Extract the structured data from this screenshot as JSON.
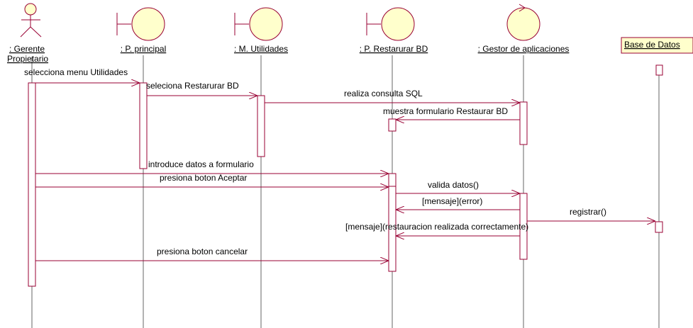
{
  "diagram": {
    "colors": {
      "line": "#990033",
      "shape_fill": "#ffffcc",
      "shape_stroke": "#990033",
      "lifeline": "#666666",
      "activation_fill": "#ffffff",
      "text": "#000000"
    },
    "participants": [
      {
        "id": "gerente",
        "kind": "actor",
        "label_lines": [
          ": Gerente",
          "Propietario"
        ]
      },
      {
        "id": "principal",
        "kind": "boundary",
        "label_lines": [
          ": P. principal"
        ]
      },
      {
        "id": "utilidades",
        "kind": "boundary",
        "label_lines": [
          ": M. Utilidades"
        ]
      },
      {
        "id": "restaurar",
        "kind": "boundary",
        "label_lines": [
          ": P. Restarurar BD"
        ]
      },
      {
        "id": "gestor",
        "kind": "control",
        "label_lines": [
          ": Gestor de aplicaciones"
        ]
      },
      {
        "id": "bd",
        "kind": "entity-box",
        "label_lines": [
          "Base de Datos"
        ]
      }
    ],
    "messages": [
      {
        "from": "gerente",
        "to": "principal",
        "label": "selecciona menu Utilidades",
        "type": "call"
      },
      {
        "from": "principal",
        "to": "utilidades",
        "label": "seleciona Restarurar BD",
        "type": "call"
      },
      {
        "from": "utilidades",
        "to": "gestor",
        "label": "realiza consulta SQL",
        "type": "call"
      },
      {
        "from": "gestor",
        "to": "restaurar",
        "label": "muestra formulario Restaurar BD",
        "type": "call"
      },
      {
        "from": "gerente",
        "to": "restaurar",
        "label": "introduce datos a formulario",
        "type": "call"
      },
      {
        "from": "gerente",
        "to": "restaurar",
        "label": "presiona boton Aceptar",
        "type": "call"
      },
      {
        "from": "restaurar",
        "to": "gestor",
        "label": "valida datos()",
        "type": "call"
      },
      {
        "from": "gestor",
        "to": "restaurar",
        "label": "[mensaje](error)",
        "type": "return"
      },
      {
        "from": "gestor",
        "to": "bd",
        "label": "registrar()",
        "type": "call"
      },
      {
        "from": "gestor",
        "to": "restaurar",
        "label": "[mensaje](restauracion realizada correctamente)",
        "type": "return"
      },
      {
        "from": "gerente",
        "to": "restaurar",
        "label": "presiona boton cancelar",
        "type": "call"
      }
    ]
  }
}
